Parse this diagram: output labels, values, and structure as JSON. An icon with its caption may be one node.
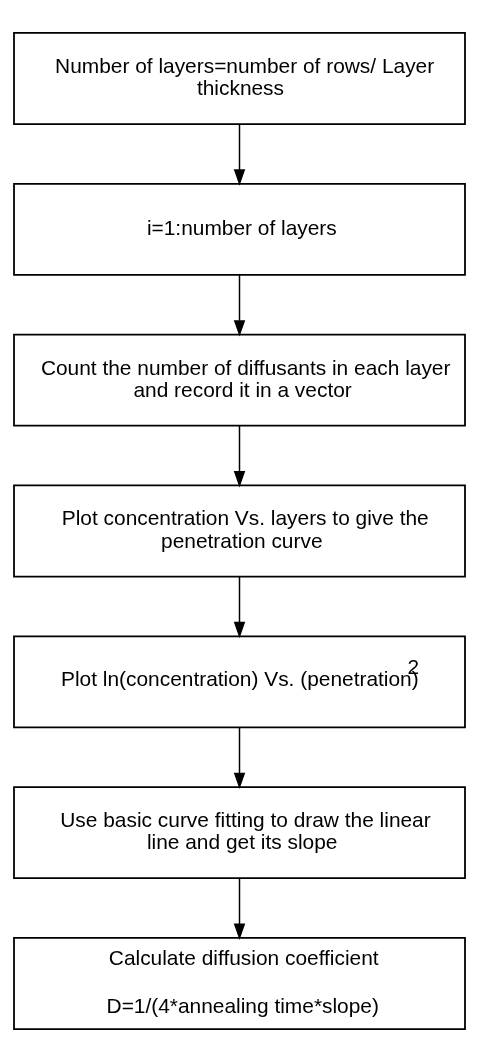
{
  "diagram": {
    "nodes": [
      {
        "text": [
          "Number of layers=number of rows/ Layer thickness"
        ]
      },
      {
        "text": [
          "i=1:number of layers"
        ]
      },
      {
        "text": [
          "Count the number of diffusants in each layer and record it in a vector"
        ]
      },
      {
        "text": [
          "Plot concentration Vs. layers to give the penetration curve"
        ]
      },
      {
        "text": [
          "Plot ln(concentration) Vs. (penetration)$^{2}$"
        ]
      },
      {
        "text": [
          "Use basic curve fitting to draw the linear line and get its slope"
        ]
      },
      {
        "text": [
          "Calculate diffusion coefficient",
          "D=1/(4*annealing time*slope)"
        ]
      }
    ],
    "edges": [
      {
        "from": 0,
        "to": 1,
        "arrow": "to"
      },
      {
        "from": 1,
        "to": 2,
        "arrow": "to"
      },
      {
        "from": 2,
        "to": 3,
        "arrow": "to"
      },
      {
        "from": 3,
        "to": 4,
        "arrow": "to"
      },
      {
        "from": 4,
        "to": 5,
        "arrow": "to"
      },
      {
        "from": 5,
        "to": 6,
        "arrow": "to"
      }
    ]
  }
}
